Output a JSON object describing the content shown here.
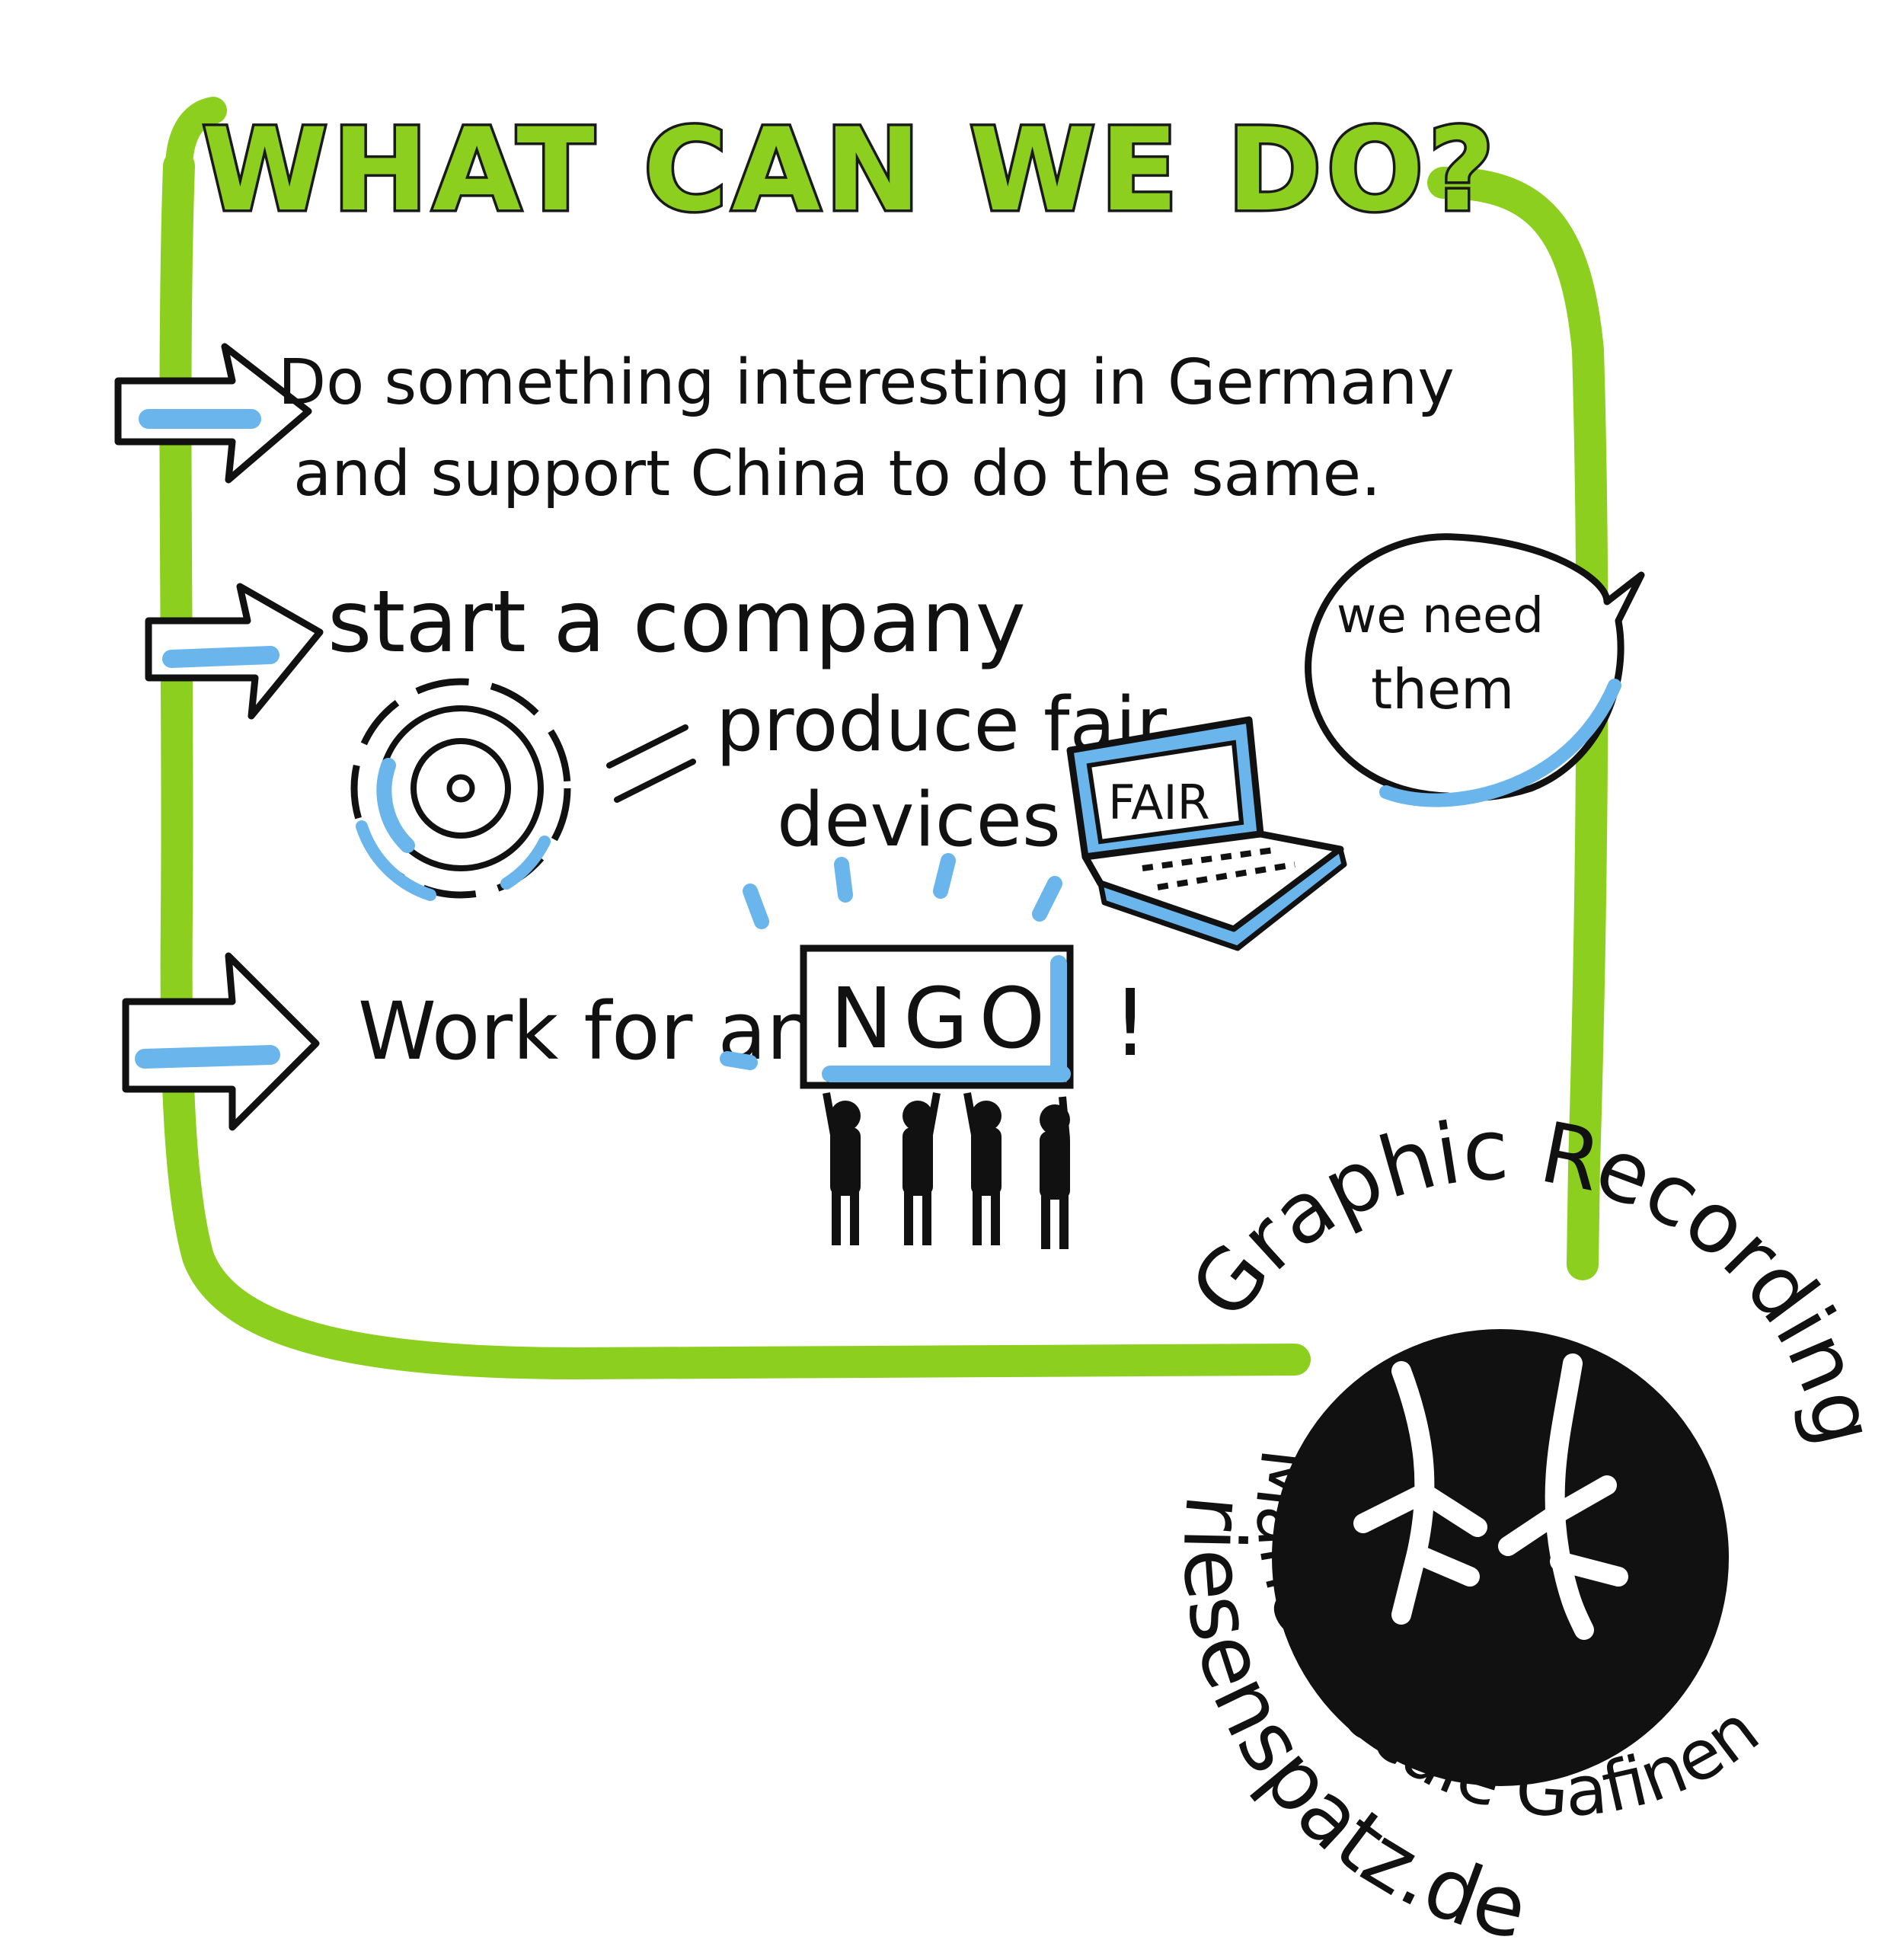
{
  "title": "WHAT CAN WE DO?",
  "items": [
    {
      "line1": "Do something interesting in Germany",
      "line2": "and support China to do the same."
    },
    {
      "heading": "start a company",
      "sub_line1": "produce fair",
      "sub_line2": "devices",
      "laptop_label": "FAIR"
    },
    {
      "text": "Work for an",
      "sign_label": "NGO",
      "exclamation": "!"
    }
  ],
  "speech_bubble": {
    "line1": "we need",
    "line2": "them"
  },
  "credit": {
    "top_text": "Graphic Recording",
    "author": "Marie-Pascale Gafinen",
    "website": "riesenspatz.de"
  },
  "colors": {
    "frame_green": "#8ccf1f",
    "accent_blue": "#6ab6ec",
    "ink": "#111111",
    "background": "#ffffff"
  },
  "icons": [
    "arrow-right-icon",
    "gear-icon",
    "laptop-icon",
    "ngo-sign-icon",
    "people-icon",
    "sparrow-logo-icon",
    "speech-bubble-icon"
  ]
}
